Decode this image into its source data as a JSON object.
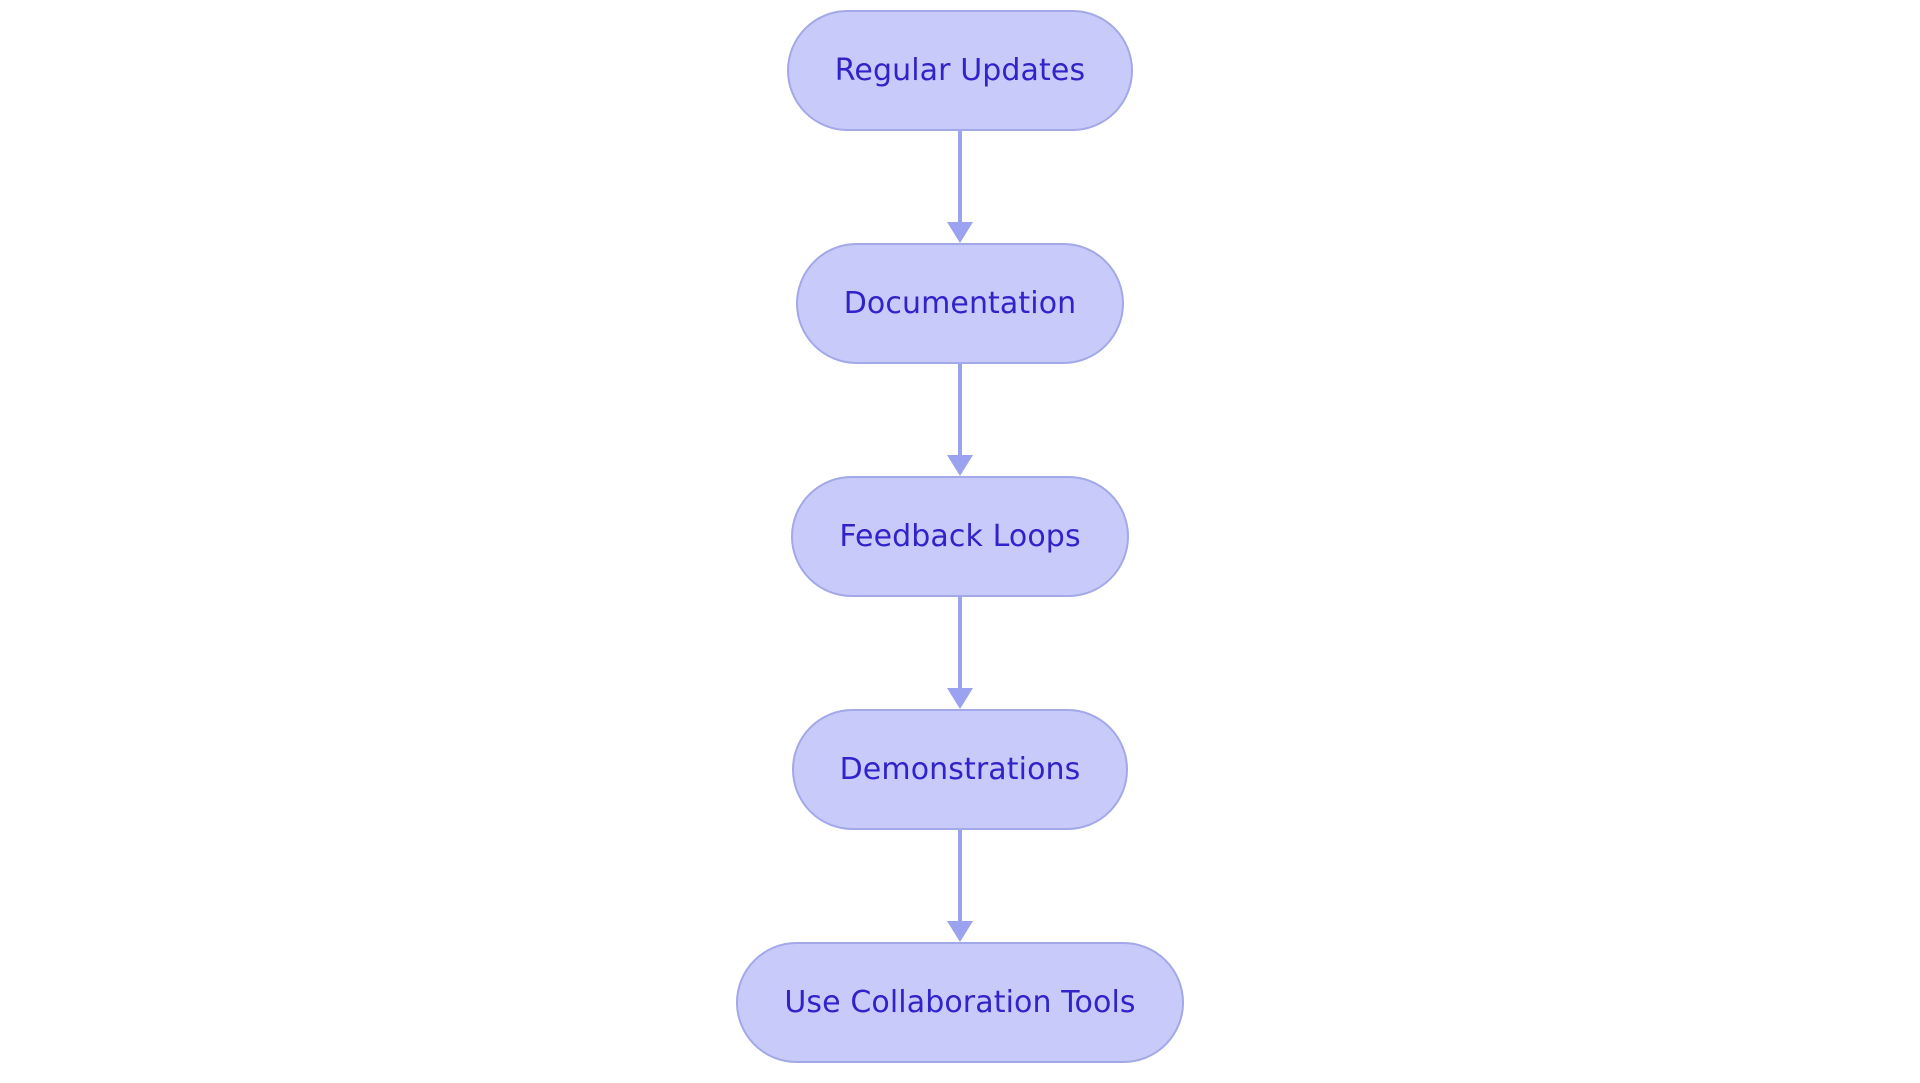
{
  "diagram": {
    "type": "flowchart",
    "orientation": "vertical-top-to-bottom",
    "background_color": "#ffffff",
    "node_fill_color": "#c8caf9",
    "node_border_color": "#a3a8e8",
    "node_text_color": "#2f23c9",
    "connector_color": "#9ba2ef",
    "nodes": [
      {
        "id": "n1",
        "label": "Regular Updates"
      },
      {
        "id": "n2",
        "label": "Documentation"
      },
      {
        "id": "n3",
        "label": "Feedback Loops"
      },
      {
        "id": "n4",
        "label": "Demonstrations"
      },
      {
        "id": "n5",
        "label": "Use Collaboration Tools"
      }
    ],
    "edges": [
      {
        "from": "n1",
        "to": "n2",
        "arrow": "down-arrow"
      },
      {
        "from": "n2",
        "to": "n3",
        "arrow": "down-arrow"
      },
      {
        "from": "n3",
        "to": "n4",
        "arrow": "down-arrow"
      },
      {
        "from": "n4",
        "to": "n5",
        "arrow": "down-arrow"
      }
    ]
  }
}
